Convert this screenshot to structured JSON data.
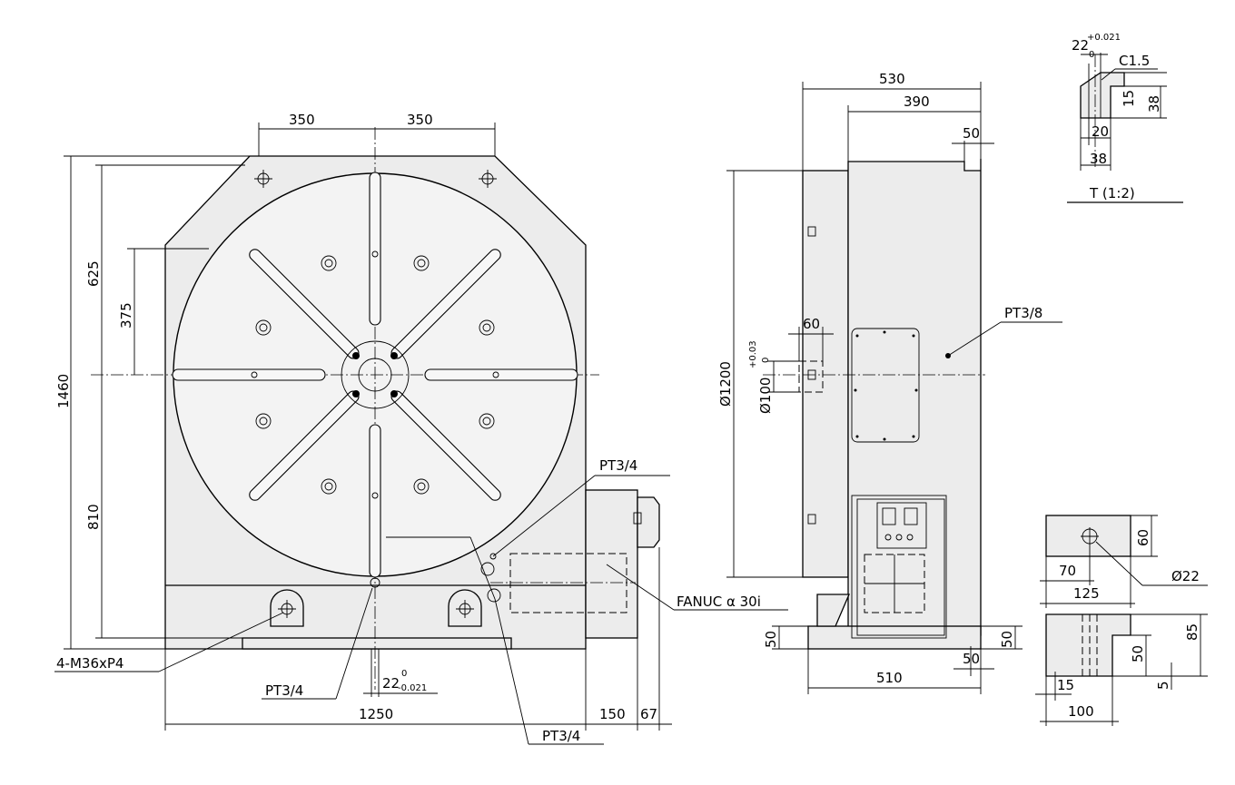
{
  "front_view": {
    "dim_width": "1250",
    "dim_height": "1460",
    "dim_top_left": "350",
    "dim_top_right": "350",
    "dim_upper": "625",
    "dim_inner": "375",
    "dim_lower": "810",
    "dim_side_1": "150",
    "dim_side_2": "67",
    "dim_slot_base": "22",
    "dim_slot_tol_upper": "0",
    "dim_slot_tol_lower": "-0.021",
    "label_bolts": "4-M36xP4",
    "label_port_bottom_left": "PT3/4",
    "label_port_bottom_right": "PT3/4",
    "label_port_top": "PT3/4",
    "label_motor": "FANUC α 30i"
  },
  "side_view": {
    "dim_width": "530",
    "dim_inner_width": "390",
    "dim_step": "50",
    "dim_diameter": "Ø1200",
    "dim_bore": "Ø100",
    "dim_bore_tol_upper": "+0.03",
    "dim_bore_tol_lower": "0",
    "dim_bore_depth": "60",
    "dim_base_height_left": "50",
    "dim_base_height_right": "50",
    "dim_base_recess": "50",
    "dim_base_width": "510",
    "label_port": "PT3/8"
  },
  "detail_t": {
    "dim_width_base": "22",
    "dim_width_tol_upper": "+0.021",
    "dim_width_tol_lower": "0",
    "dim_chamfer": "C1.5",
    "dim_depth_1": "15",
    "dim_depth_2": "38",
    "dim_neck": "20",
    "dim_bottom": "38",
    "label": "T (1:2)"
  },
  "detail_foot": {
    "dim_height_top": "60",
    "dim_offset": "70",
    "dim_length": "125",
    "dim_hole": "Ø22",
    "dim_height_85": "85",
    "dim_height_50": "50",
    "dim_height_5": "5",
    "dim_lip": "15",
    "dim_length_100": "100"
  }
}
